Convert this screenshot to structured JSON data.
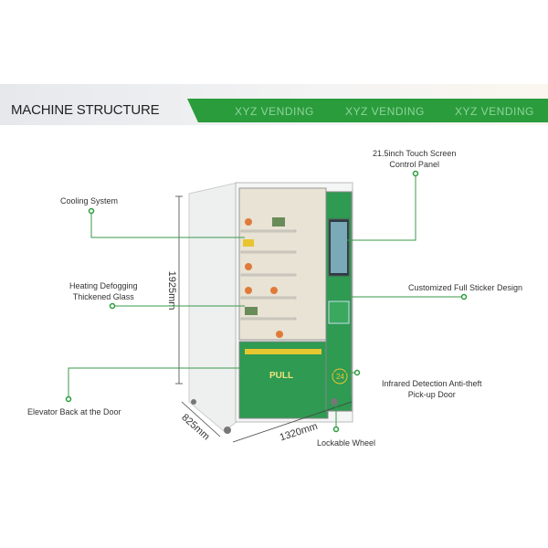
{
  "header": {
    "title": "MACHINE STRUCTURE",
    "brand_repeats": [
      "XYZ VENDING",
      "XYZ VENDING",
      "XYZ VENDING"
    ]
  },
  "colors": {
    "accent": "#2a9c3c",
    "callout_line": "#3a9a4a"
  },
  "callouts": {
    "cooling": "Cooling System",
    "glass_1": "Heating Defogging",
    "glass_2": "Thickened Glass",
    "elevator": "Elevator Back at the Door",
    "screen_1": "21.5inch Touch Screen",
    "screen_2": "Control Panel",
    "sticker": "Customized Full Sticker Design",
    "door_1": "Infrared Detection Anti-theft",
    "door_2": "Pick-up Door",
    "wheel": "Lockable Wheel"
  },
  "dimensions": {
    "height": "1925mm",
    "depth": "825mm",
    "width": "1320mm"
  },
  "machine": {
    "door_label": "PULL",
    "badge": "24"
  }
}
